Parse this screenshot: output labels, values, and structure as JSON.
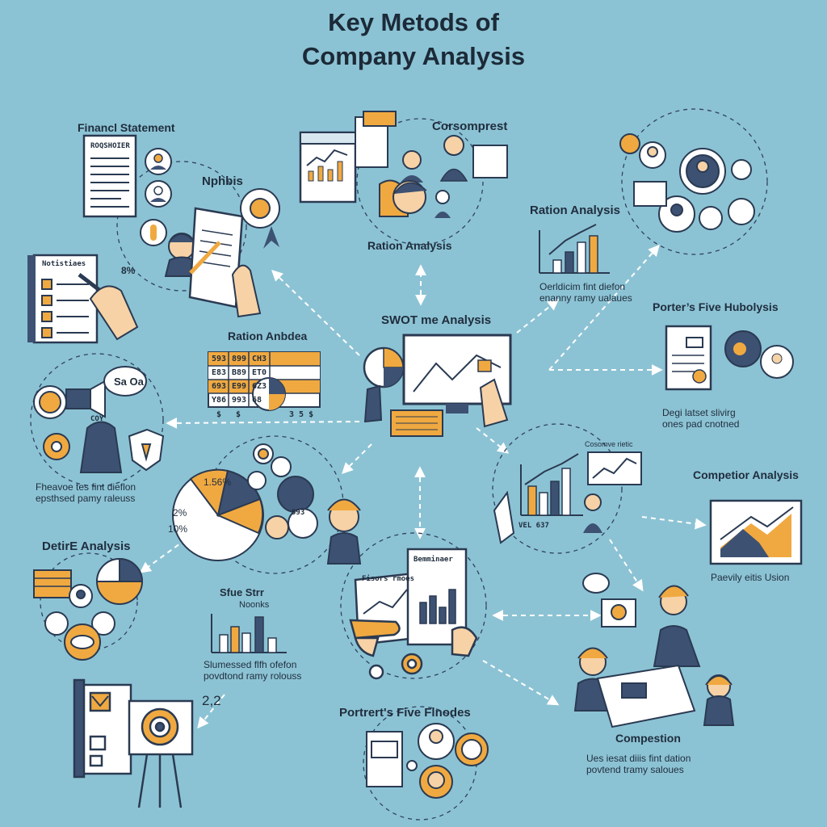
{
  "title": {
    "line1": "Key Metods of",
    "line2": "Company Analysis"
  },
  "sections": {
    "financial_statement": "Financl Statement",
    "financial_doc_header": "ROQSHOIER",
    "checklist_header": "Notistiaes",
    "checklist_note": "8%",
    "nphbis": "Nphbis",
    "corsomprest": "Corsomprest",
    "ration_analysis_top": "Ration Analysis",
    "ration_analysis_right": "Ration Analysis",
    "ration_analysis_right_desc1": "Oerldicim fint diefon",
    "ration_analysis_right_desc2": "enanny ramy ualaues",
    "porters_top_right": "Porter’s Five Hubolysis",
    "porters_top_right_desc1": "Degi latset slivirg",
    "porters_top_right_desc2": "ones pad cnotned",
    "swot": "SWOT me Analysis",
    "ration_anbdea": "Ration Anbdea",
    "speech_bubble": "Sa Oa",
    "gear_label": "COY",
    "left_desc1": "Fheavoe tes fint dieflon",
    "left_desc2": "epsthsed pamy raleuss",
    "pct_156": "1.56%",
    "pct_2": "2%",
    "pct_10": "10%",
    "pie_badge": "593",
    "deture_analysis": "DetirE Analysis",
    "sfue_line1": "Sfue Strr",
    "sfue_line2": "Noonks",
    "slumessed_desc1": "Slumessed flfh ofefon",
    "slumessed_desc2": "povdtond ramy rolouss",
    "num_22": "2,2",
    "corsome_small": "Cosomve rietic",
    "chart_small_labels": "VEL  637",
    "competitor_analysis": "Competior Analysis",
    "peavily": "Paevily eitis Usion",
    "report_header1": "Bemminaer",
    "report_header2": "Fisors  rmoes",
    "porters_bottom": "Portrert's Five Flnodes",
    "competition": "Compestion",
    "competition_desc1": "Ues iesat diiis fint dation",
    "competition_desc2": "povtend tramy saloues"
  },
  "table": {
    "rows": [
      [
        "593",
        "899",
        "CH3"
      ],
      [
        "E83",
        "B89",
        "ET0"
      ],
      [
        "693",
        "E99",
        "6Z3"
      ],
      [
        "Y86",
        "993",
        "68"
      ]
    ],
    "footer": [
      "$",
      "$",
      "3 5 $"
    ]
  },
  "colors": {
    "background": "#8cc3d4",
    "accent": "#f0a940",
    "navy": "#3d5173",
    "ink": "#1f2d3d"
  }
}
